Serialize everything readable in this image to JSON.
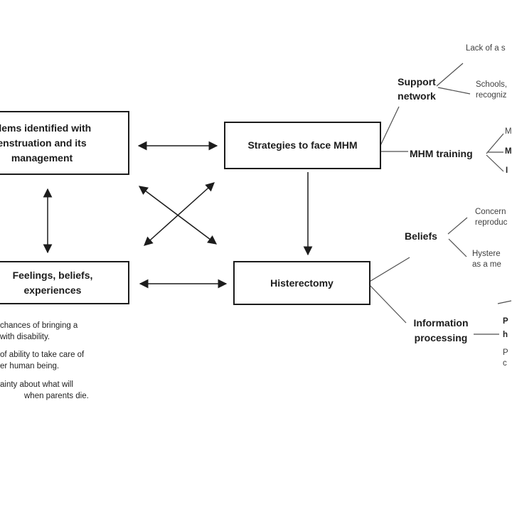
{
  "colors": {
    "background": "#ffffff",
    "box_border": "#1c1c1c",
    "arrow": "#1c1c1c",
    "connector": "#4f4f4f",
    "note_text": "#3f3f3f"
  },
  "boxes": {
    "problems": {
      "line1": "blems identified with",
      "line2": "enstruation and its",
      "line3": "management"
    },
    "strategies": {
      "line1": "Strategies to face MHM"
    },
    "feelings": {
      "line1": "Feelings, beliefs,",
      "line2": "experiences"
    },
    "histerectomy": {
      "line1": "Histerectomy"
    }
  },
  "branches": {
    "support_network": {
      "line1": "Support",
      "line2": "network"
    },
    "mhm_training": {
      "line1": "MHM training"
    },
    "beliefs": {
      "line1": "Beliefs"
    },
    "information_processing": {
      "line1": "Information",
      "line2": "processing"
    }
  },
  "notes": {
    "lack": {
      "line1": "Lack of a s"
    },
    "schools": {
      "line1": "Schools,",
      "line2": "recogniz"
    },
    "mhm_leaf_1": {
      "line1": "M"
    },
    "mhm_leaf_2": {
      "line1": "M"
    },
    "mhm_leaf_3": {
      "line1": "I"
    },
    "concerns": {
      "line1": "Concern",
      "line2": "reproduc"
    },
    "hyster_means": {
      "line1": "Hystere",
      "line2": "as a me"
    },
    "info_leaf_1": {
      "line1": "P",
      "line2": "h"
    },
    "info_leaf_2": {
      "line1": "P",
      "line2": "c"
    }
  },
  "bullets": {
    "b1": {
      "line1": "chances of bringing a",
      "line2": "with disability."
    },
    "b2": {
      "line1": "of ability to take care of",
      "line2": "er human being."
    },
    "b3": {
      "line1": "ainty about what will",
      "line2": "when parents die."
    }
  }
}
